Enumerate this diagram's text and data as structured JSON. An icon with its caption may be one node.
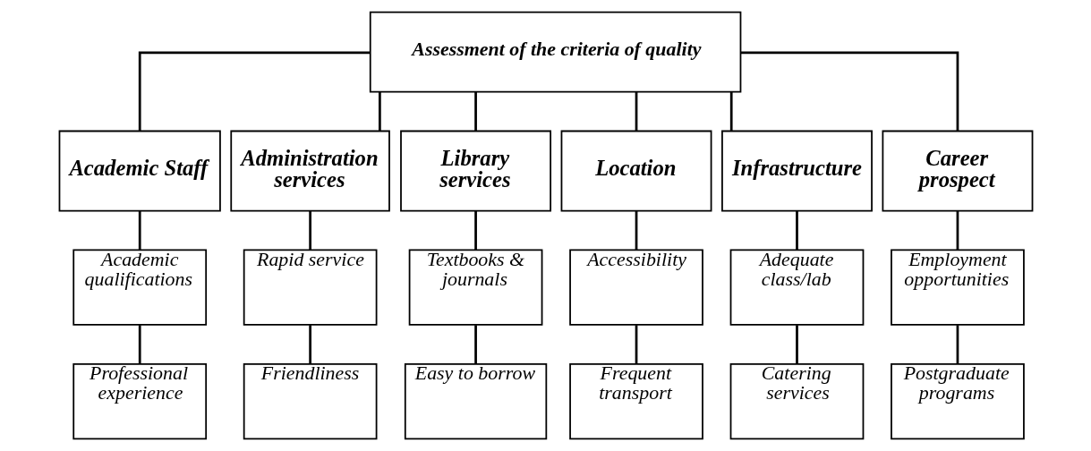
{
  "diagram": {
    "nodes": [
      {
        "text": [
          "Assessment of the criteria of quality"
        ]
      },
      {
        "text": [
          "Academic Staff"
        ]
      },
      {
        "text": [
          "Administration services"
        ]
      },
      {
        "text": [
          "Library services"
        ]
      },
      {
        "text": [
          "Location"
        ]
      },
      {
        "text": [
          "Infrastructure"
        ]
      },
      {
        "text": [
          "Career prospect"
        ]
      },
      {
        "text": [
          "Academic qualifications"
        ]
      },
      {
        "text": [
          "Rapid service"
        ]
      },
      {
        "text": [
          "Textbooks & journals"
        ]
      },
      {
        "text": [
          "Accessibility"
        ]
      },
      {
        "text": [
          "Adequate class/lab"
        ]
      },
      {
        "text": [
          "Employment opportunities"
        ]
      },
      {
        "text": [
          "Professional experience"
        ]
      },
      {
        "text": [
          "Friendliness"
        ]
      },
      {
        "text": [
          "Easy to borrow"
        ]
      },
      {
        "text": [
          "Frequent transport"
        ]
      },
      {
        "text": [
          "Catering services"
        ]
      },
      {
        "text": [
          "Postgraduate programs"
        ]
      }
    ],
    "edges": [
      {
        "from": 0,
        "to": 1,
        "arrow": "none"
      },
      {
        "from": 0,
        "to": 2,
        "arrow": "none"
      },
      {
        "from": 0,
        "to": 3,
        "arrow": "none"
      },
      {
        "from": 0,
        "to": 4,
        "arrow": "none"
      },
      {
        "from": 0,
        "to": 5,
        "arrow": "none"
      },
      {
        "from": 0,
        "to": 6,
        "arrow": "none"
      },
      {
        "from": 1,
        "to": 7,
        "arrow": "none"
      },
      {
        "from": 2,
        "to": 8,
        "arrow": "none"
      },
      {
        "from": 3,
        "to": 9,
        "arrow": "none"
      },
      {
        "from": 4,
        "to": 10,
        "arrow": "none"
      },
      {
        "from": 5,
        "to": 11,
        "arrow": "none"
      },
      {
        "from": 6,
        "to": 12,
        "arrow": "none"
      },
      {
        "from": 7,
        "to": 13,
        "arrow": "none"
      },
      {
        "from": 8,
        "to": 14,
        "arrow": "none"
      },
      {
        "from": 9,
        "to": 15,
        "arrow": "none"
      },
      {
        "from": 10,
        "to": 16,
        "arrow": "none"
      },
      {
        "from": 11,
        "to": 17,
        "arrow": "none"
      },
      {
        "from": 12,
        "to": 18,
        "arrow": "none"
      }
    ]
  }
}
